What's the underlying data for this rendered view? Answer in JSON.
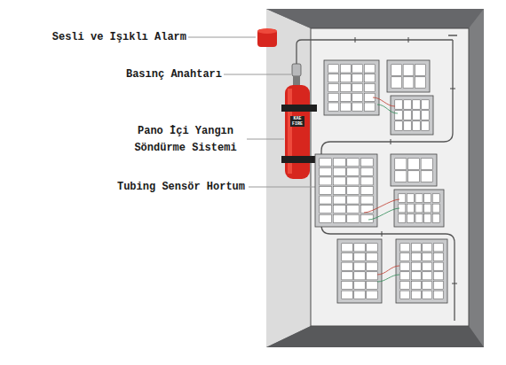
{
  "diagram": {
    "labels": [
      "Sesli ve Işıklı Alarm",
      "Basınç Anahtarı",
      "Pano İçi Yangın Söndürme Sistemi",
      "Tubing Sensör Hortum",
      "KAE FIRE"
    ]
  }
}
